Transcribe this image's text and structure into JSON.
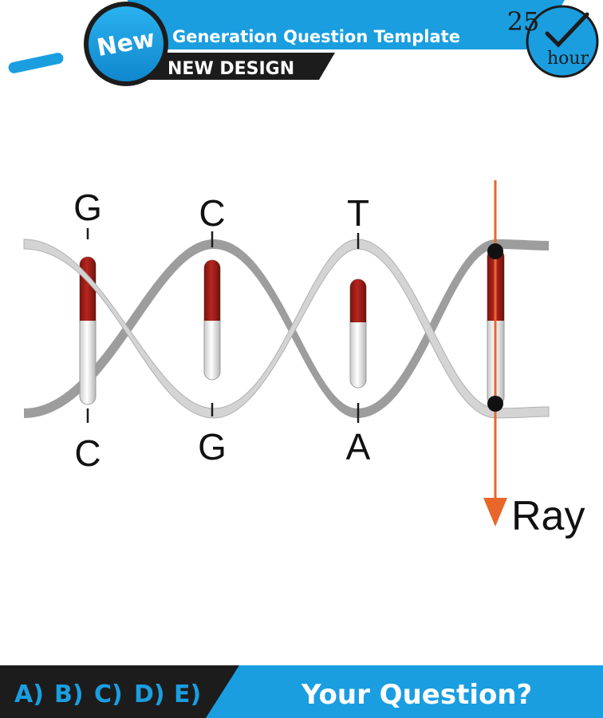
{
  "header": {
    "badge": "New",
    "title": "Generation Question Template",
    "subtitle": "NEW DESIGN",
    "timer_number": "25",
    "timer_unit": "hour",
    "colors": {
      "accent": "#1a9ee0",
      "dark": "#1c1c1c"
    }
  },
  "diagram": {
    "top_bases": [
      "G",
      "C",
      "T"
    ],
    "bottom_bases": [
      "C",
      "G",
      "A"
    ],
    "ray_label": "Ray",
    "colors": {
      "strand": "#cfcfcf",
      "strand_back": "#9a9a9a",
      "tube_red": "#a3201c",
      "ray": "#e8662a"
    }
  },
  "footer": {
    "options": [
      "A)",
      "B)",
      "C)",
      "D)",
      "E)"
    ],
    "prompt": "Your Question?"
  }
}
